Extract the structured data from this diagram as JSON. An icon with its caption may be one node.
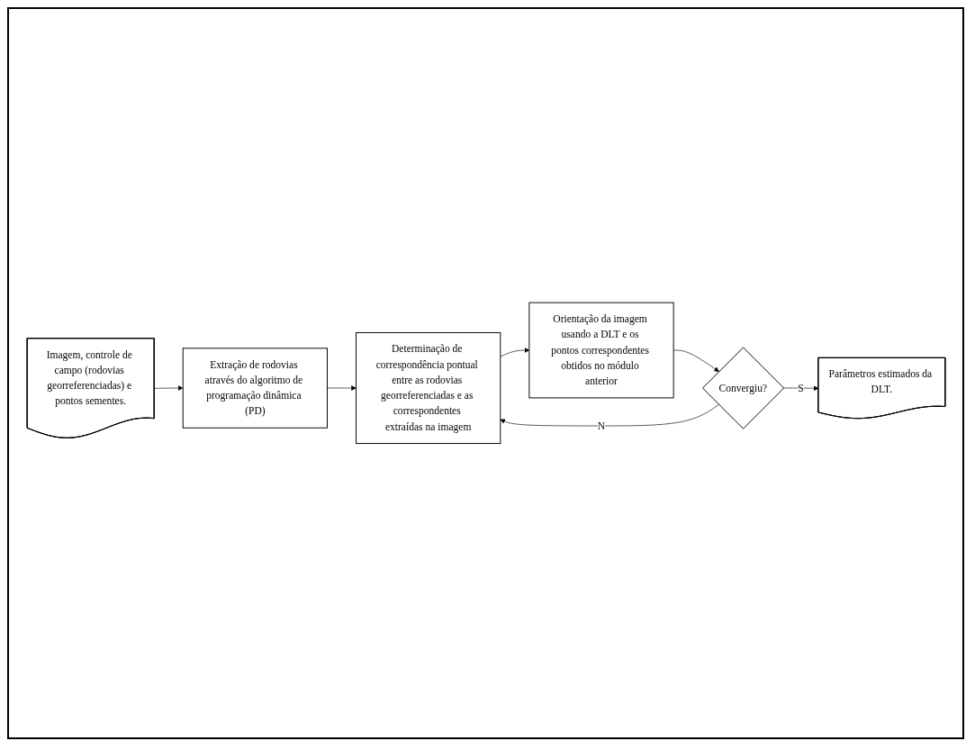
{
  "diagram": {
    "nodes": [
      {
        "text": [
          "Imagem, controle de campo (rodovias georreferenciadas) e pontos sementes."
        ]
      },
      {
        "text": [
          "Extração de rodovias através do algoritmo de programação dinâmica (PD)"
        ]
      },
      {
        "text": [
          "Determinação de correspondência pontual entre as rodovias georreferenciadas e as correspondentes extraídas na imagem"
        ]
      },
      {
        "text": [
          "Orientação da imagem usando a DLT e os pontos correspondentes obtidos no módulo anterior"
        ]
      },
      {
        "text": [
          "Convergiu?"
        ]
      },
      {
        "text": [
          "Parâmetros estimados da DLT."
        ]
      }
    ],
    "edges": [
      {
        "from": 0,
        "to": 1,
        "arrow": "to"
      },
      {
        "from": 1,
        "to": 2,
        "arrow": "to"
      },
      {
        "from": 2,
        "to": 3,
        "arrow": "to"
      },
      {
        "from": 3,
        "to": 4,
        "arrow": "to"
      },
      {
        "from": 4,
        "to": 5,
        "label": "S",
        "arrow": "to"
      },
      {
        "from": 4,
        "to": 2,
        "label": "N",
        "arrow": "to"
      }
    ]
  }
}
